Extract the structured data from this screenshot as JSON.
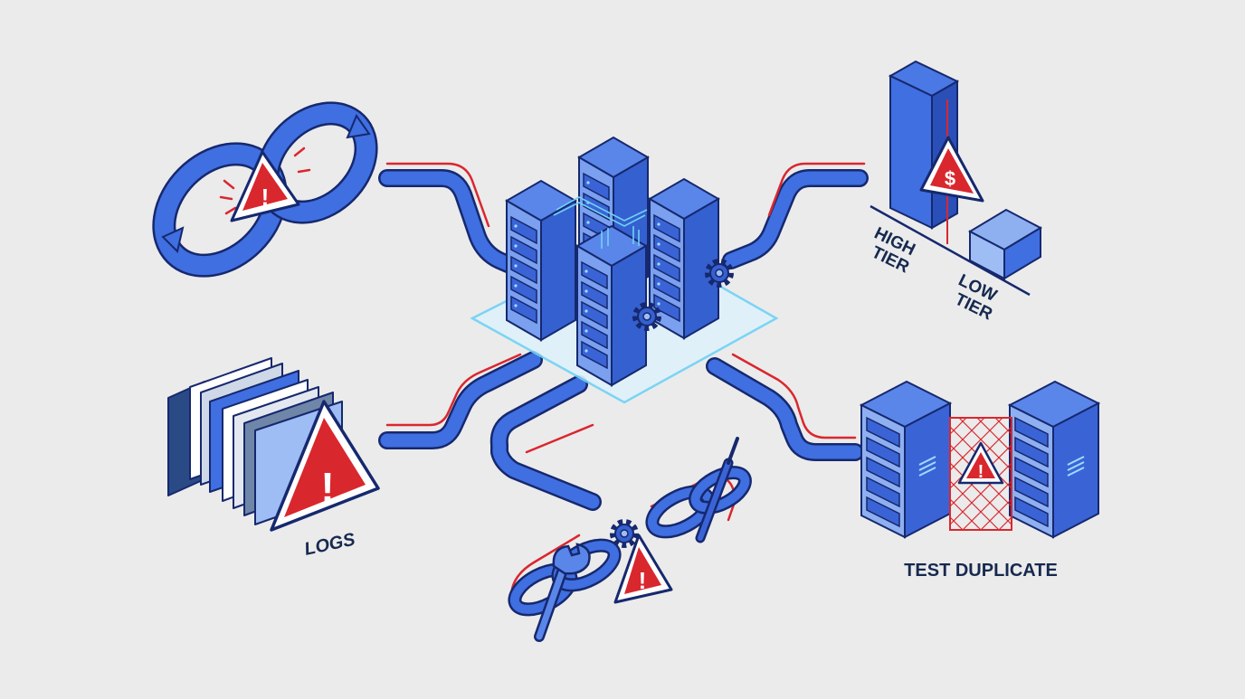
{
  "colors": {
    "background": "#ebebeb",
    "primary_blue": "#3f6fe0",
    "light_blue": "#8fb0f0",
    "dark_blue": "#1d3a8f",
    "outline": "#16286e",
    "alert_red": "#d9272e",
    "glow_cyan": "#6fd2f5",
    "label_navy": "#16294f"
  },
  "central": {
    "name": "server-cluster",
    "units": 4
  },
  "nodes": {
    "loop": {
      "name": "infinite-loop",
      "icon": "sync-loop-icon",
      "alert": "!"
    },
    "tiers": {
      "name": "storage-tiers",
      "high_label_1": "HIGH",
      "high_label_2": "TIER",
      "low_label_1": "LOW",
      "low_label_2": "TIER",
      "alert": "$"
    },
    "logs": {
      "name": "log-folders",
      "label": "LOGS",
      "alert": "!"
    },
    "chain": {
      "name": "broken-tool-chain",
      "alert": "!"
    },
    "duplicate": {
      "name": "test-duplicate",
      "label": "TEST DUPLICATE",
      "alert": "!"
    }
  }
}
